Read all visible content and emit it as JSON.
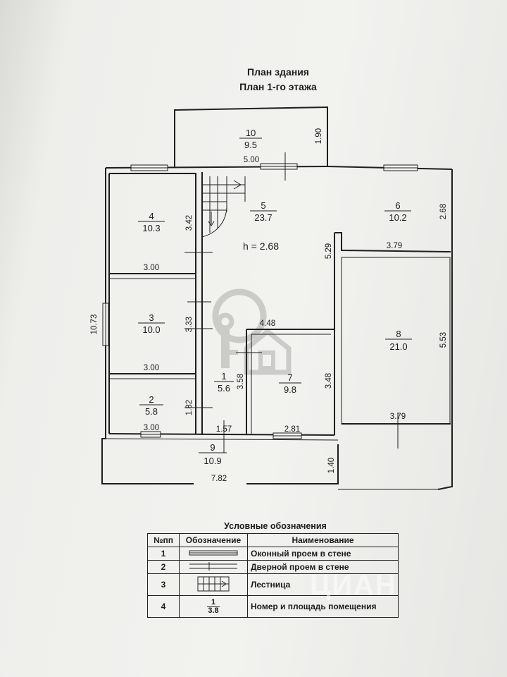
{
  "title": {
    "line1": "План здания",
    "line2": "План 1-го этажа"
  },
  "ceiling_height": "h = 2.68",
  "rooms": [
    {
      "num": "1",
      "area": "5.6"
    },
    {
      "num": "2",
      "area": "5.8"
    },
    {
      "num": "3",
      "area": "10.0"
    },
    {
      "num": "4",
      "area": "10.3"
    },
    {
      "num": "5",
      "area": "23.7"
    },
    {
      "num": "6",
      "area": "10.2"
    },
    {
      "num": "7",
      "area": "9.8"
    },
    {
      "num": "8",
      "area": "21.0"
    },
    {
      "num": "9",
      "area": "10.9"
    },
    {
      "num": "10",
      "area": "9.5"
    }
  ],
  "dimensions": {
    "d_500": "5.00",
    "d_190": "1.90",
    "d_342": "3.42",
    "d_268": "2.68",
    "d_379_top": "3.79",
    "d_529": "5.29",
    "d_300_a": "3.00",
    "d_1073": "10.73",
    "d_333": "3.33",
    "d_448": "4.48",
    "d_553": "5.53",
    "d_300_b": "3.00",
    "d_358": "3.58",
    "d_348": "3.48",
    "d_182": "1.82",
    "d_379_bottom": "3.79",
    "d_300_c": "3.00",
    "d_157": "1.57",
    "d_281": "2.81",
    "d_140": "1.40",
    "d_782": "7.82"
  },
  "legend": {
    "title": "Условные обозначения",
    "headers": [
      "№пп",
      "Обозначение",
      "Наименование"
    ],
    "rows": [
      {
        "num": "1",
        "name": "Оконный проем в стене"
      },
      {
        "num": "2",
        "name": "Дверной проем в стене"
      },
      {
        "num": "3",
        "name": "Лестница"
      },
      {
        "num": "4",
        "name": "Номер и площадь помещения",
        "sample_num": "1",
        "sample_area": "3.8"
      }
    ]
  },
  "watermark": "ЦИАН",
  "icons": [
    "key-house-logo-icon",
    "window-symbol-icon",
    "door-symbol-icon",
    "stair-symbol-icon"
  ]
}
